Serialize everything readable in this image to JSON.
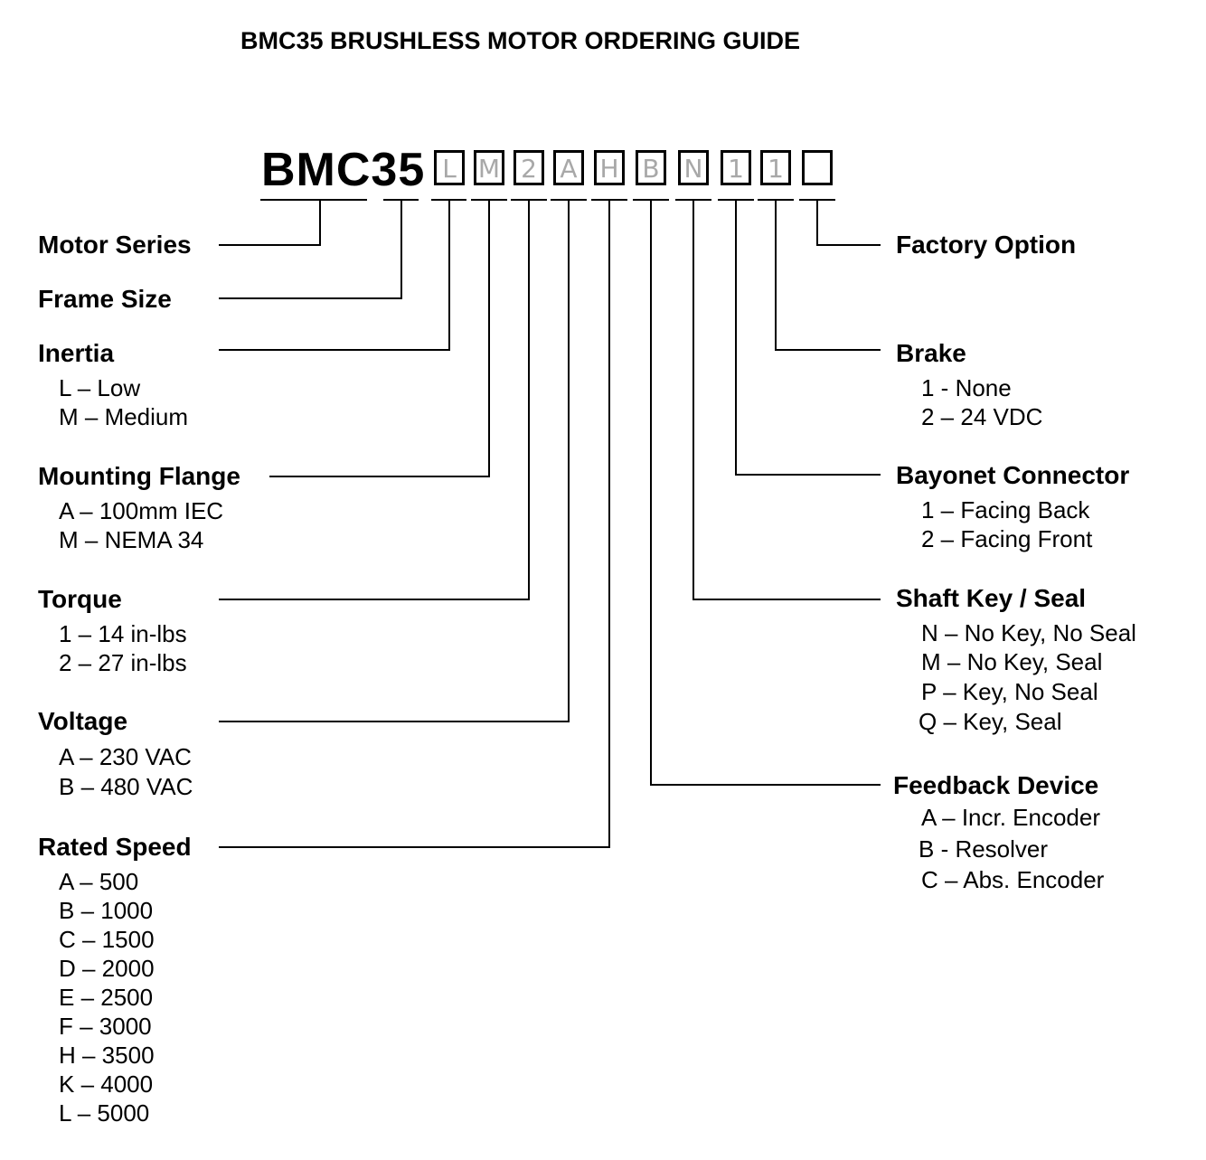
{
  "title": "BMC35 BRUSHLESS MOTOR ORDERING GUIDE",
  "model_prefix": "BMC35",
  "code_boxes": [
    "L",
    "M",
    "2",
    "A",
    "H",
    "B",
    "N",
    "1",
    "1",
    ""
  ],
  "sections": {
    "motor_series": {
      "heading": "Motor Series",
      "options": []
    },
    "frame_size": {
      "heading": "Frame Size",
      "options": []
    },
    "inertia": {
      "heading": "Inertia",
      "options": [
        "L – Low",
        "M – Medium"
      ]
    },
    "mounting_flange": {
      "heading": "Mounting Flange",
      "options": [
        "A – 100mm IEC",
        "M – NEMA 34"
      ]
    },
    "torque": {
      "heading": "Torque",
      "options": [
        "1 – 14 in-lbs",
        "2 – 27 in-lbs"
      ]
    },
    "voltage": {
      "heading": "Voltage",
      "options": [
        "A – 230 VAC",
        "B – 480 VAC"
      ]
    },
    "rated_speed": {
      "heading": "Rated Speed",
      "options": [
        "A – 500",
        "B – 1000",
        "C – 1500",
        "D – 2000",
        "E – 2500",
        "F – 3000",
        "H – 3500",
        "K – 4000",
        "L – 5000"
      ]
    },
    "factory_option": {
      "heading": "Factory Option",
      "options": []
    },
    "brake": {
      "heading": "Brake",
      "options": [
        "1 - None",
        "2 – 24 VDC"
      ]
    },
    "bayonet_connector": {
      "heading": "Bayonet Connector",
      "options": [
        "1 – Facing Back",
        "2 – Facing Front"
      ]
    },
    "shaft_key_seal": {
      "heading": "Shaft Key / Seal",
      "options": [
        "N – No Key, No Seal",
        "M – No Key, Seal",
        "P – Key, No Seal",
        "Q – Key, Seal"
      ]
    },
    "feedback_device": {
      "heading": "Feedback Device",
      "options": [
        "A – Incr. Encoder",
        "B - Resolver",
        "C – Abs. Encoder"
      ]
    }
  }
}
